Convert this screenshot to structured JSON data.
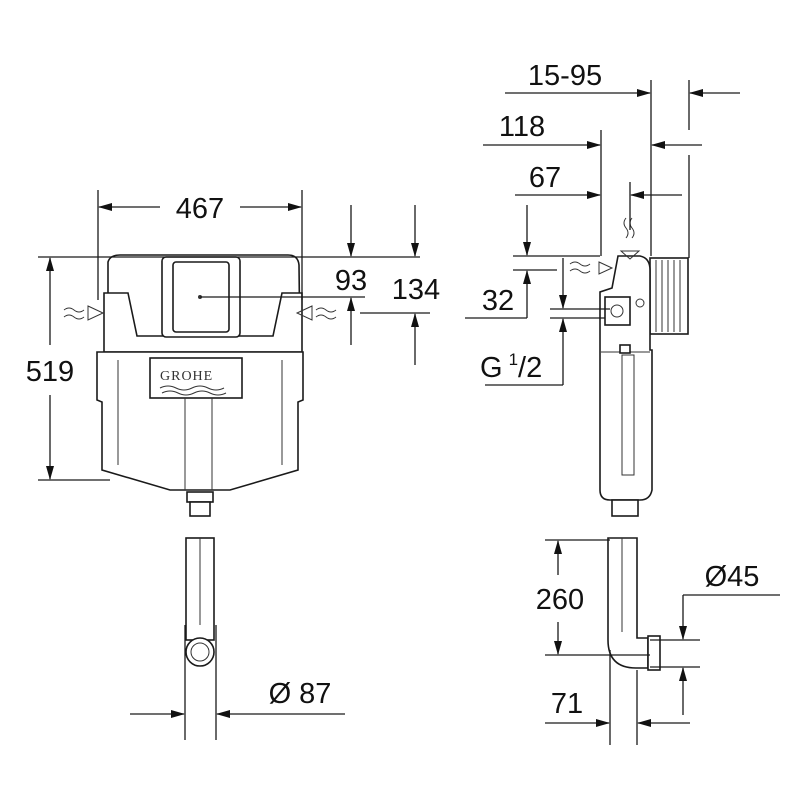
{
  "brand": "GROHE",
  "front_view": {
    "width": "467",
    "height": "519",
    "inlet_offset": "93",
    "inlet_offset_2": "134",
    "flush_pipe_diameter": "Ø 87"
  },
  "side_view": {
    "wall_depth_range": "15-95",
    "depth": "118",
    "inlet_depth": "67",
    "inlet_height": "32",
    "thread_g": "G",
    "thread_num": "1",
    "thread_den": "/2",
    "pipe_length": "260",
    "outlet_diameter": "Ø45",
    "pipe_offset": "71"
  }
}
